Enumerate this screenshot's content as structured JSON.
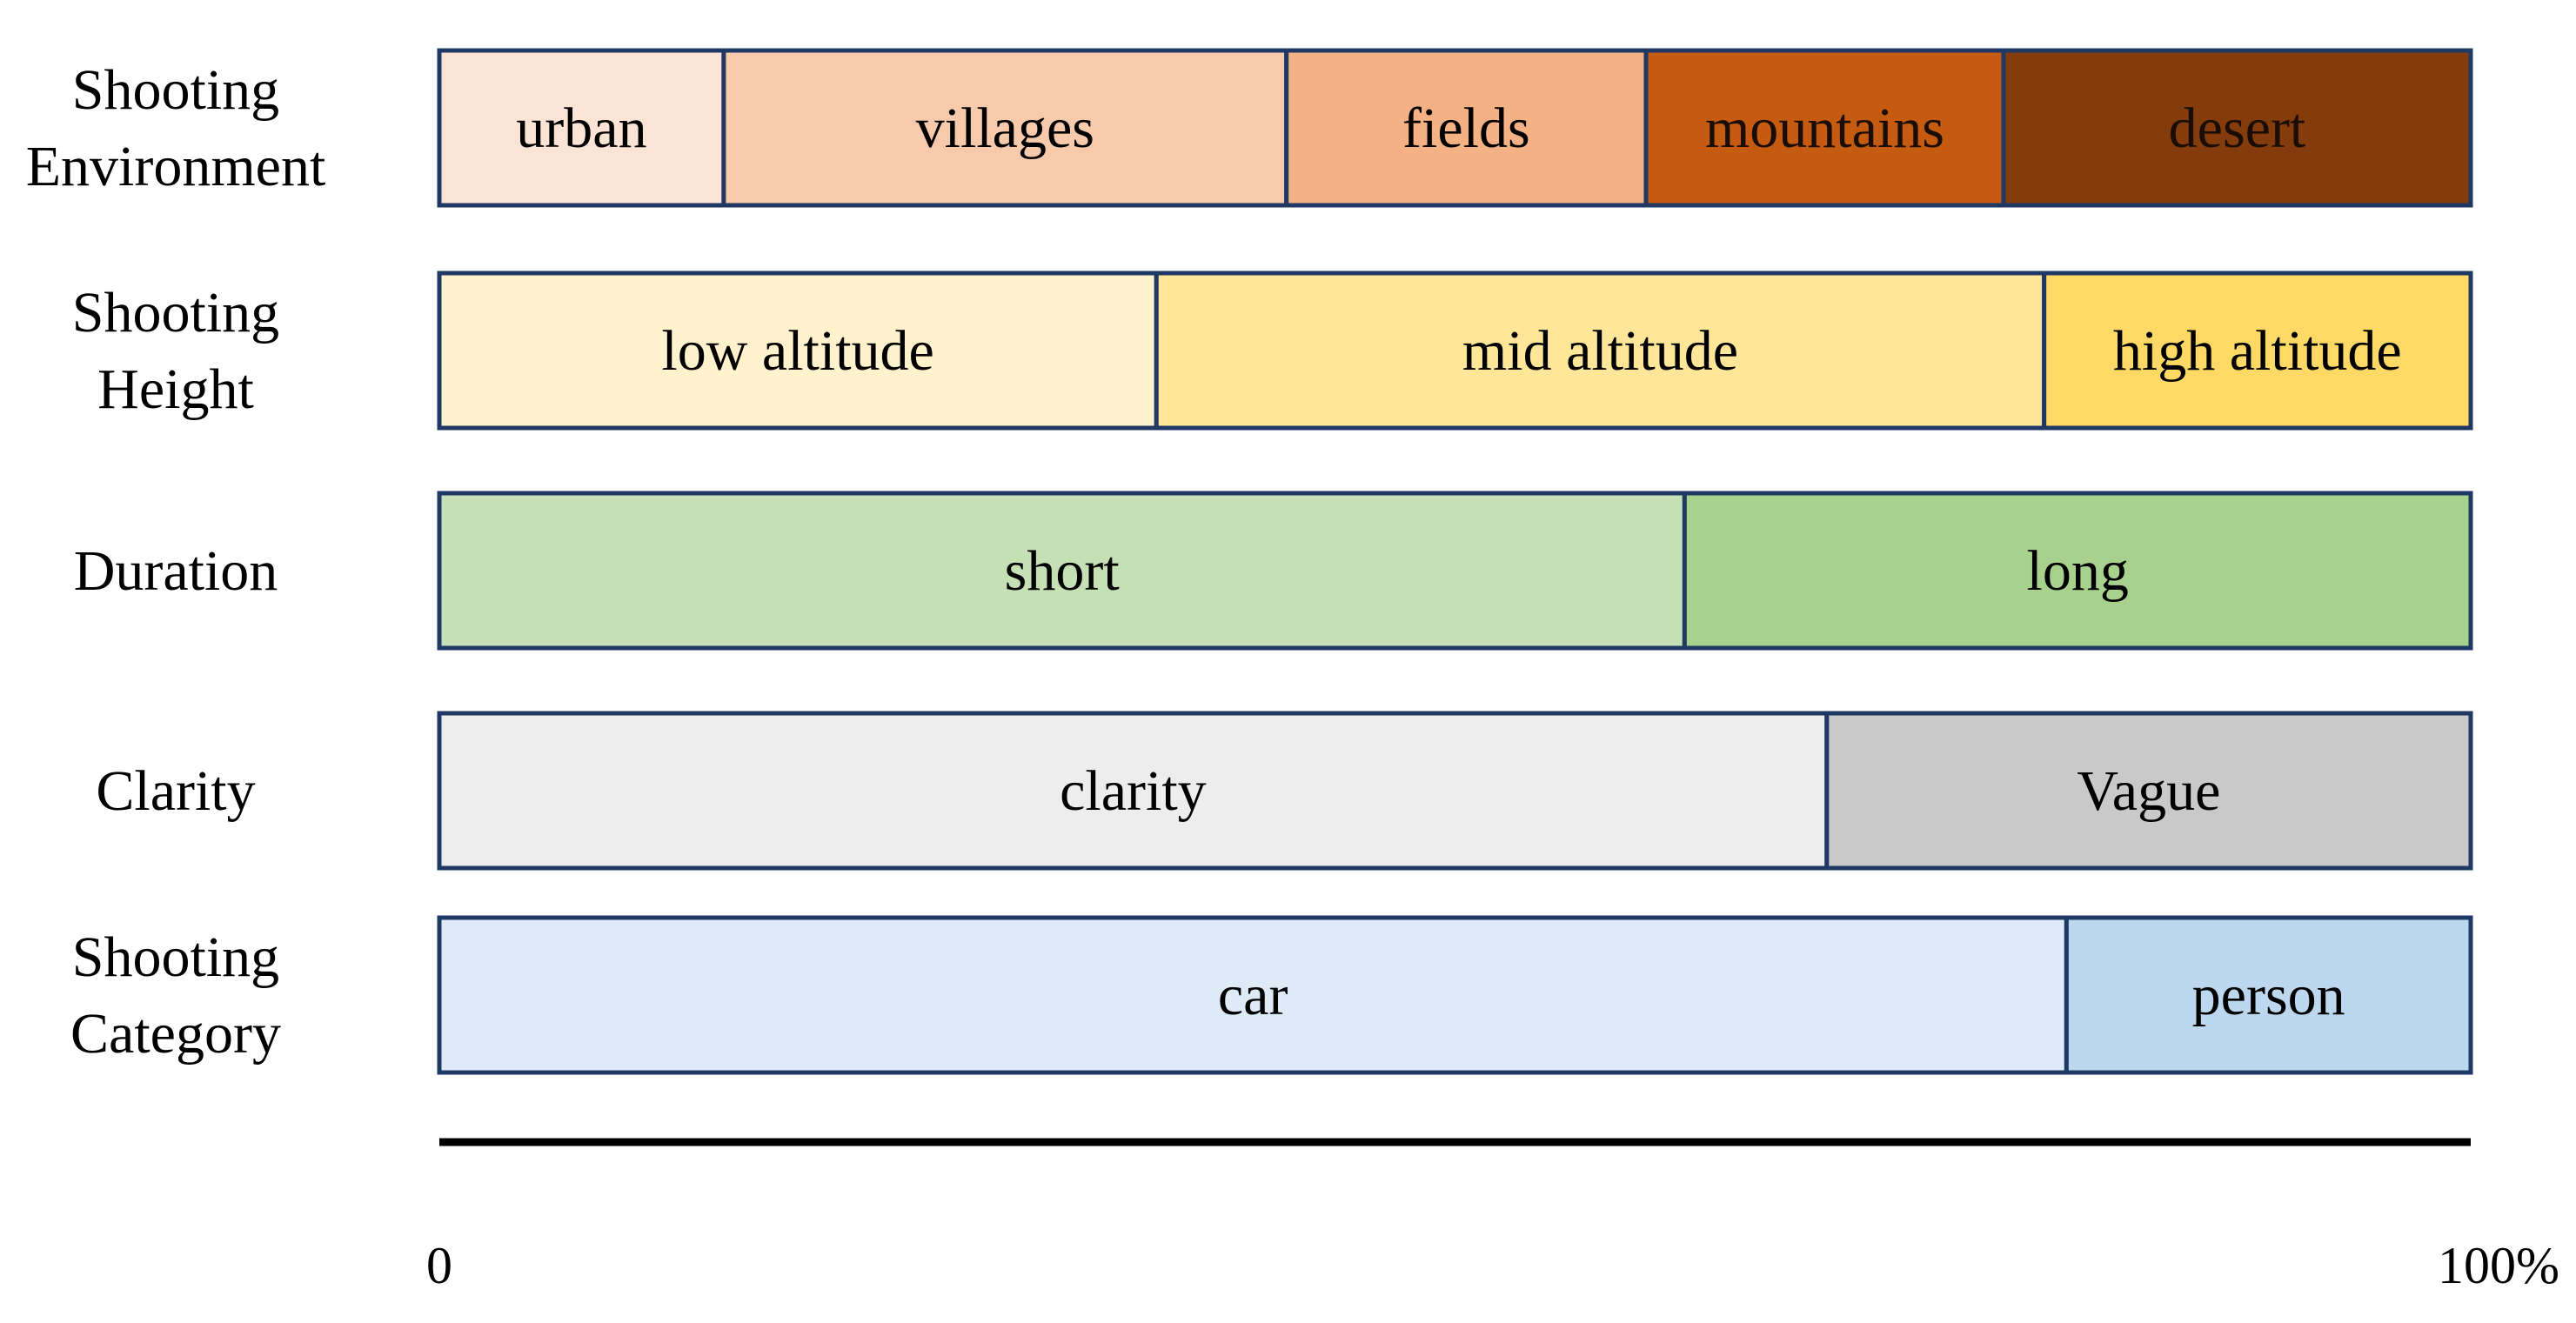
{
  "chart_data": {
    "type": "bar",
    "orientation": "horizontal",
    "stacked": true,
    "normalized": true,
    "xlim": [
      0,
      100
    ],
    "x_tick_labels": [
      "0",
      "100%"
    ],
    "grid": false,
    "rows": [
      {
        "label_lines": [
          "Shooting",
          "Environment"
        ],
        "segments": [
          {
            "name": "urban",
            "value": 14,
            "color": "#FBE3D6"
          },
          {
            "name": "villages",
            "value": 27.7,
            "color": "#F7CAAC"
          },
          {
            "name": "fields",
            "value": 17.7,
            "color": "#F4B183"
          },
          {
            "name": "mountains",
            "value": 17.6,
            "color": "#C55A11"
          },
          {
            "name": "desert",
            "value": 23,
            "color": "#843C0C"
          }
        ]
      },
      {
        "label_lines": [
          "Shooting",
          "Height"
        ],
        "segments": [
          {
            "name": "low altitude",
            "value": 35.3,
            "color": "#FFF2CC"
          },
          {
            "name": "mid altitude",
            "value": 43.7,
            "color": "#FFE699"
          },
          {
            "name": "high altitude",
            "value": 21,
            "color": "#FFD966"
          }
        ]
      },
      {
        "label_lines": [
          "Duration"
        ],
        "segments": [
          {
            "name": "short",
            "value": 61.3,
            "color": "#C5E0B4"
          },
          {
            "name": "long",
            "value": 38.7,
            "color": "#A9D18E"
          }
        ]
      },
      {
        "label_lines": [
          "Clarity"
        ],
        "segments": [
          {
            "name": "clarity",
            "value": 68.3,
            "color": "#EDEDED"
          },
          {
            "name": "Vague",
            "value": 31.7,
            "color": "#C9C9C9"
          }
        ]
      },
      {
        "label_lines": [
          "Shooting",
          "Category"
        ],
        "segments": [
          {
            "name": "car",
            "value": 80.1,
            "color": "#DEEBF7"
          },
          {
            "name": "person",
            "value": 19.9,
            "color": "#BDD7EE"
          }
        ]
      }
    ]
  }
}
